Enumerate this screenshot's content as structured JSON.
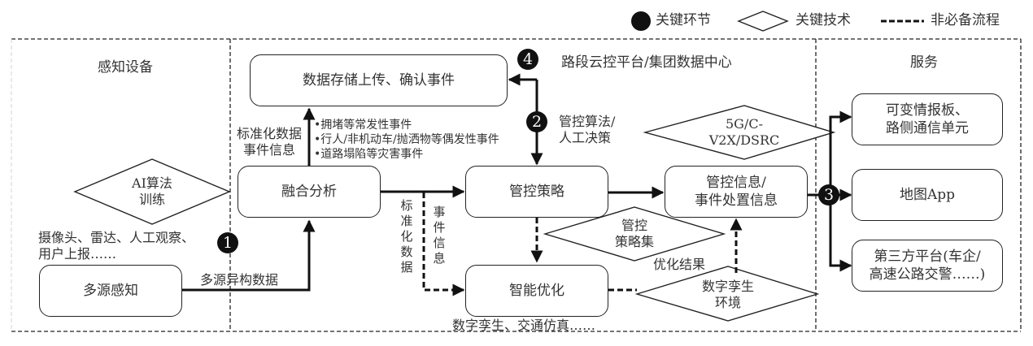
{
  "legend": {
    "key_step": "关键环节",
    "key_tech": "关键技术",
    "optional_flow": "非必备流程"
  },
  "sections": {
    "perception": "感知设备",
    "platform": "路段云控平台/集团数据中心",
    "service": "服务"
  },
  "badges": [
    "1",
    "2",
    "3",
    "4"
  ],
  "boxes": {
    "multi_source": "多源感知",
    "fusion": "融合分析",
    "data_storage": "数据存储上传、确认事件",
    "control_strategy": "管控策略",
    "smart_optimization": "智能优化",
    "control_info_line1": "管控信息/",
    "control_info_line2": "事件处置信息",
    "vms_line1": "可变情报板、",
    "vms_line2": "路侧通信单元",
    "map_app": "地图App",
    "third_party_line1": "第三方平台(车企/",
    "third_party_line2": "高速公路交警……)"
  },
  "diamonds": {
    "ai_line1": "AI算法",
    "ai_line2": "训练",
    "v2x_line1": "5G/C-",
    "v2x_line2": "V2X/DSRC",
    "strategy_set_line1": "管控",
    "strategy_set_line2": "策略集",
    "digital_twin_line1": "数字孪生",
    "digital_twin_line2": "环境"
  },
  "labels": {
    "sensors_line1": "摄像头、雷达、人工观察、",
    "sensors_line2": "用户上报……",
    "hetero_data": "多源异构数据",
    "std_data_line1": "标准化数据",
    "std_data_line2": "事件信息",
    "event_types": [
      "•拥堵等常发性事件",
      "•行人/非机动车/抛洒物等偶发性事件",
      "•道路塌陷等灾害事件"
    ],
    "control_algo_line1": "管控算法/",
    "control_algo_line2": "人工决策",
    "std_data_vertical": "标准化数据",
    "event_info_vertical": "事件信息",
    "opt_result": "优化结果",
    "twin_sim": "数字孪生、交通仿真……"
  }
}
